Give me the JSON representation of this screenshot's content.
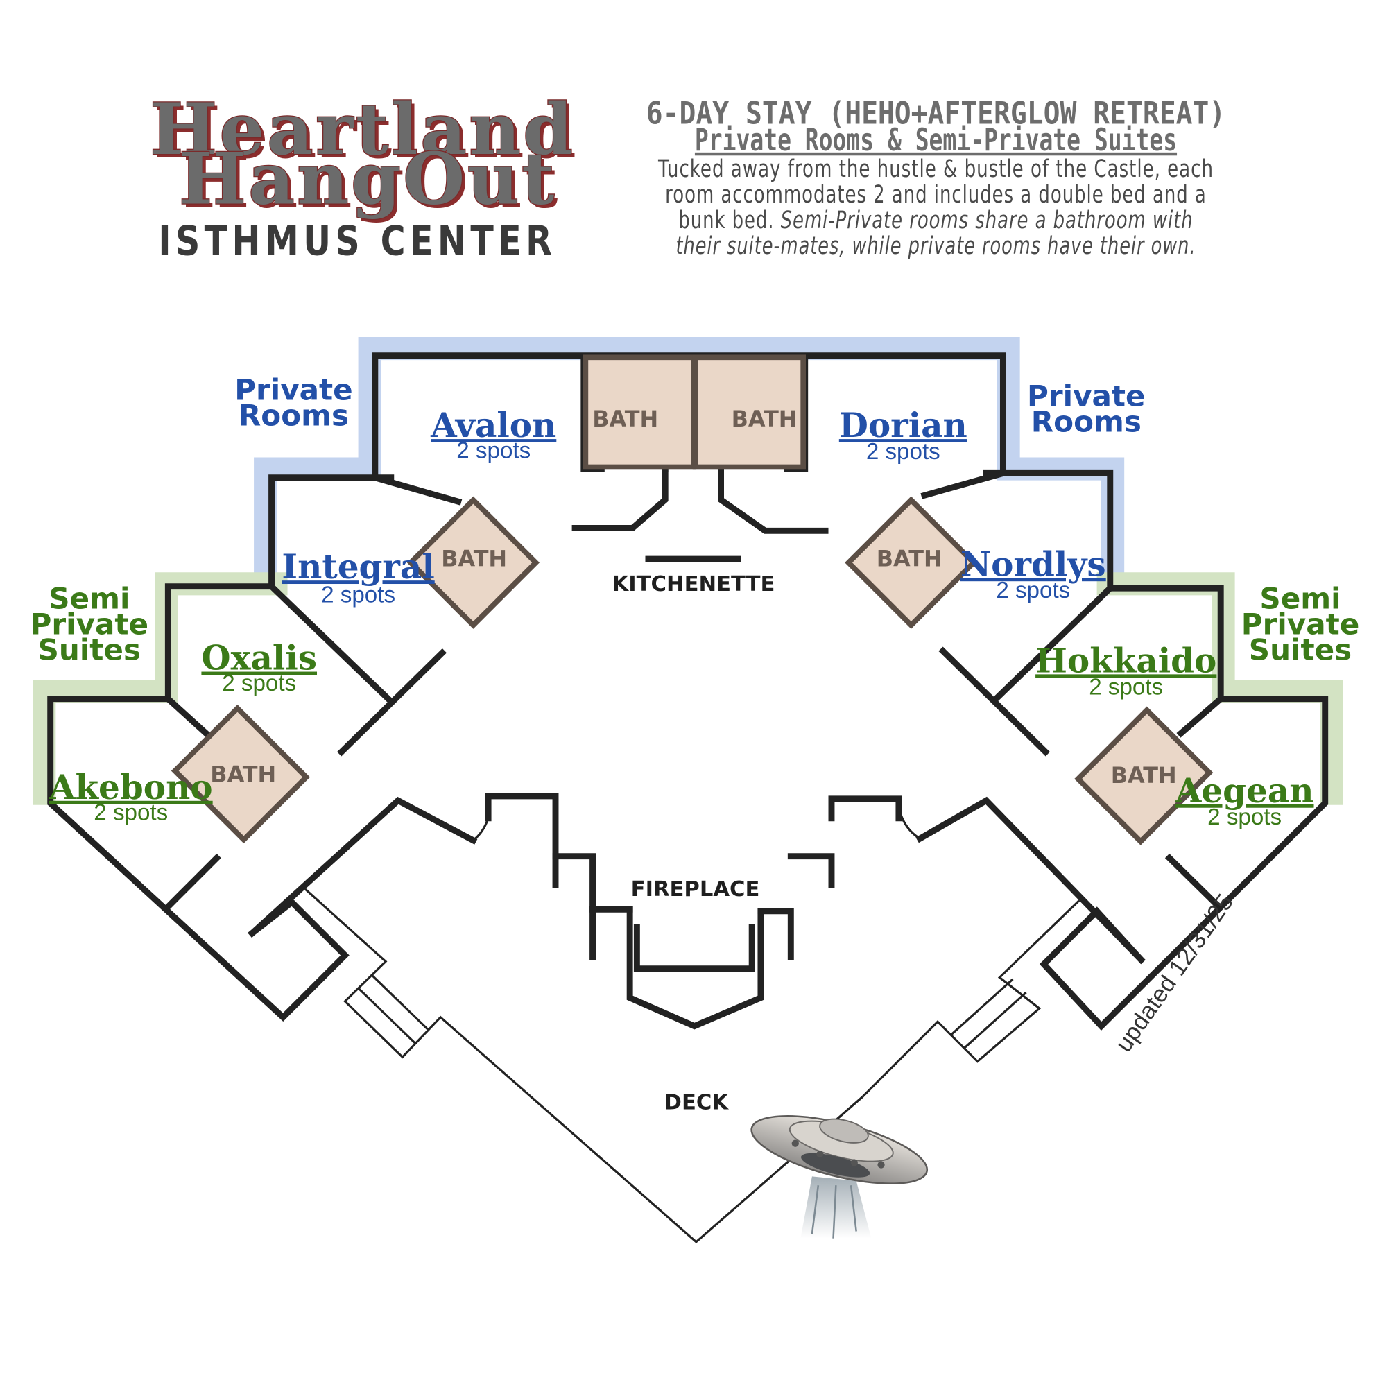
{
  "logo": {
    "line1": "Heartland",
    "line2": "HangOut",
    "subtitle": "ISTHMUS CENTER"
  },
  "header": {
    "line1": "6-DAY STAY (HEHO+AFTERGLOW RETREAT)",
    "line2": "Private Rooms & Semi-Private Suites",
    "desc1": "Tucked away from the hustle & bustle of the Castle, each",
    "desc2": "room accommodates 2 and includes a double bed and a",
    "desc3a": "bunk bed. ",
    "desc3b": "Semi-Private rooms share a bathroom with",
    "desc4": "their suite-mates, while private rooms have their own."
  },
  "groups": {
    "private_word1": "Private",
    "private_word2": "Rooms",
    "semi_word1": "Semi",
    "semi_word2": "Private",
    "semi_word3": "Suites"
  },
  "rooms": [
    {
      "name": "Avalon",
      "spots": "2 spots",
      "type": "private"
    },
    {
      "name": "Dorian",
      "spots": "2 spots",
      "type": "private"
    },
    {
      "name": "Integral",
      "spots": "2 spots",
      "type": "private"
    },
    {
      "name": "Nordlys",
      "spots": "2 spots",
      "type": "private"
    },
    {
      "name": "Oxalis",
      "spots": "2 spots",
      "type": "semi-private"
    },
    {
      "name": "Hokkaido",
      "spots": "2 spots",
      "type": "semi-private"
    },
    {
      "name": "Akebono",
      "spots": "2 spots",
      "type": "semi-private"
    },
    {
      "name": "Aegean",
      "spots": "2 spots",
      "type": "semi-private"
    }
  ],
  "areas": {
    "bath": "BATH",
    "kitchenette": "KITCHENETTE",
    "fireplace": "FIREPLACE",
    "deck": "DECK"
  },
  "updated": "updated 12/31/25",
  "colors": {
    "private": "#2350a8",
    "semi_private": "#3b7a18",
    "private_band": "#c3d3ef",
    "semi_band": "#d3e3c3",
    "bath_fill": "#ead7c8"
  }
}
